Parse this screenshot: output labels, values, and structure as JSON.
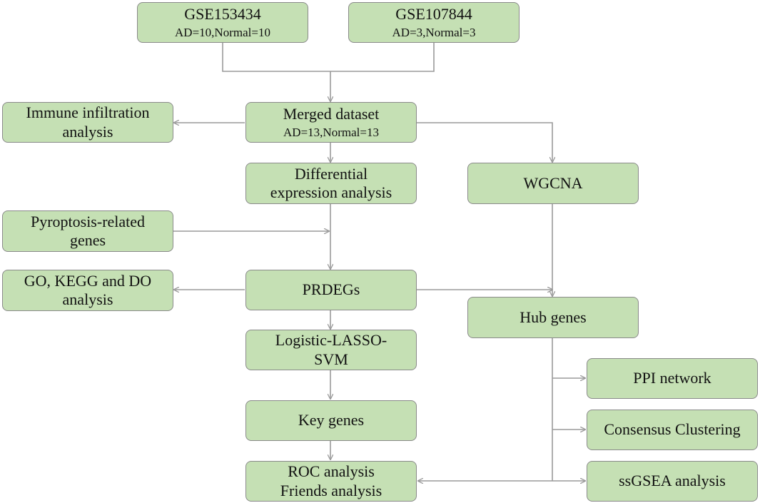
{
  "diagram": {
    "nodes": {
      "gse153434": {
        "title": "GSE153434",
        "subtitle": "AD=10,Normal=10"
      },
      "gse107844": {
        "title": "GSE107844",
        "subtitle": "AD=3,Normal=3"
      },
      "immune": {
        "line1": "Immune infiltration",
        "line2": "analysis"
      },
      "merged": {
        "title": "Merged dataset",
        "subtitle": "AD=13,Normal=13"
      },
      "differential": {
        "line1": "Differential",
        "line2": "expression analysis"
      },
      "wgcna": {
        "label": "WGCNA"
      },
      "pyroptosis": {
        "line1": "Pyroptosis-related",
        "line2": "genes"
      },
      "go_kegg": {
        "line1": "GO, KEGG and DO",
        "line2": "analysis"
      },
      "prdegs": {
        "label": "PRDEGs"
      },
      "hub": {
        "label": "Hub genes"
      },
      "logistic": {
        "line1": "Logistic-LASSO-",
        "line2": "SVM"
      },
      "ppi": {
        "label": "PPI network"
      },
      "key": {
        "label": "Key genes"
      },
      "consensus": {
        "label": "Consensus Clustering"
      },
      "roc": {
        "line1": "ROC analysis",
        "line2": "Friends analysis"
      },
      "ssgsea": {
        "label": "ssGSEA analysis"
      }
    },
    "colors": {
      "box_fill": "#c5e0b4",
      "box_border": "#8a8a8a",
      "arrow": "#9a9a9a"
    }
  }
}
